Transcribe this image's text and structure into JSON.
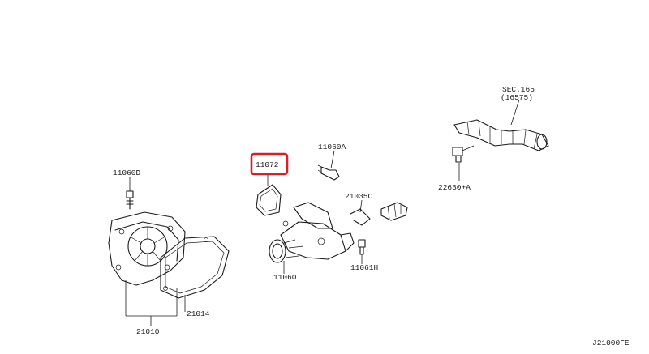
{
  "labels": {
    "sec_165": "SEC.165",
    "sec_16575": "(16575)",
    "p_11060a": "11060A",
    "p_11072": "11072",
    "p_11060d": "11060D",
    "p_21035c": "21035C",
    "p_22630a": "22630+A",
    "p_11060": "11060",
    "p_11061h": "11061H",
    "p_21014": "21014",
    "p_21010": "21010",
    "diagram_code": "J21000FE"
  },
  "colors": {
    "highlight": "#d61f26",
    "line": "#1a1a1a",
    "background": "#ffffff"
  },
  "highlighted_part": "11072"
}
